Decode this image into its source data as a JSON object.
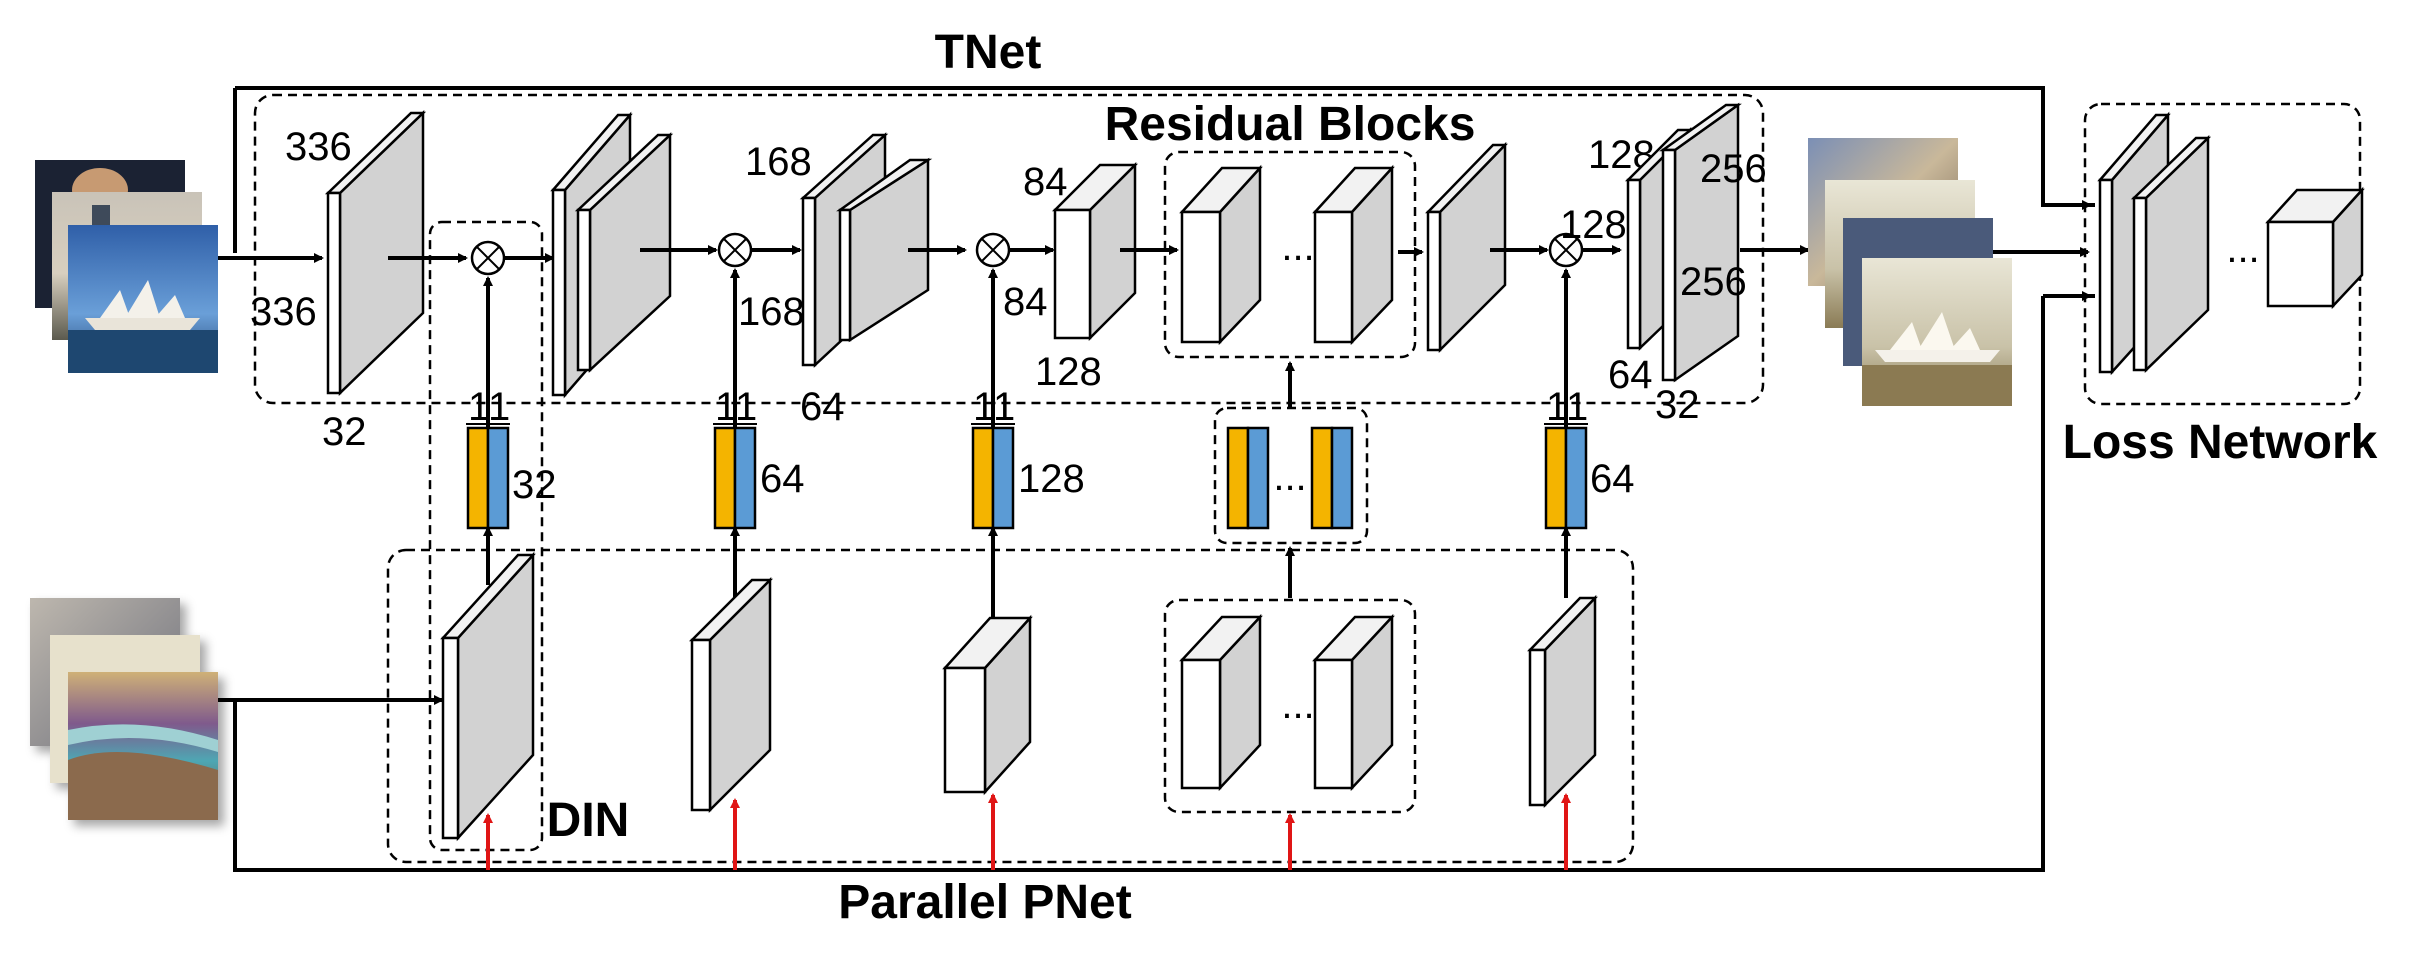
{
  "labels": {
    "tnet": "TNet",
    "residual_blocks": "Residual Blocks",
    "loss_network": "Loss Network",
    "din": "DIN",
    "parallel_pnet": "Parallel PNet",
    "ellipsis": "..."
  },
  "dims": {
    "in_h": "336",
    "in_w": "336",
    "in_c": "32",
    "s2_h": "168",
    "s2_w": "168",
    "s2_c": "64",
    "s3_h": "84",
    "s3_w": "84",
    "s3_c": "128",
    "up_h": "128",
    "up_w": "128",
    "up_c": "64",
    "out_h": "256",
    "out_w": "256",
    "out_c": "32"
  },
  "vectors": [
    {
      "top": "1",
      "top2": "1",
      "channels": "32"
    },
    {
      "top": "1",
      "top2": "1",
      "channels": "64"
    },
    {
      "top": "1",
      "top2": "1",
      "channels": "128"
    },
    {
      "top": "1",
      "top2": "1",
      "channels": "64"
    }
  ],
  "colors": {
    "vector_gamma": "#f4b400",
    "vector_beta": "#5b9bd5",
    "block_side": "#d2d2d2",
    "pnet_arrow": "#e01515"
  },
  "icons": {
    "multiply": "circle-times-icon",
    "arrow": "arrow-icon"
  }
}
